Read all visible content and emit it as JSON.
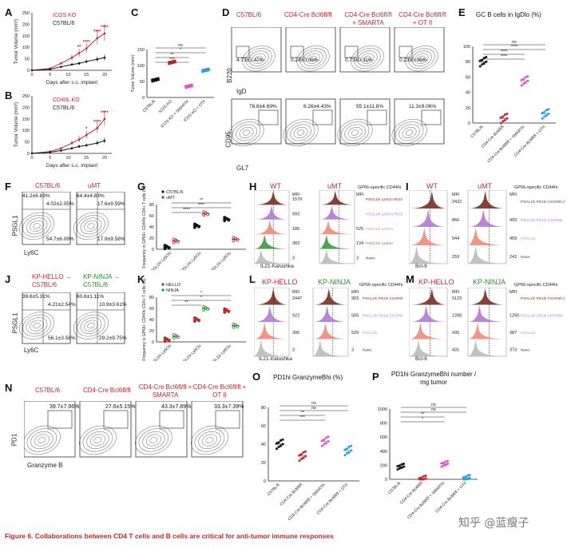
{
  "caption": "Figure 6. Collaborations between CD4 T cells and B cells are critical for anti-tumor immune responses",
  "watermark": "知乎 @蓝瘦子",
  "colors": {
    "red": "#c0272d",
    "green": "#2e8b2e",
    "pink": "#d45ac8",
    "blue": "#2a9fd6",
    "purple": "#9b4fd6",
    "dark": "#111111"
  },
  "panels": {
    "A": {
      "label": "A",
      "legend": [
        "ICOS KO",
        "C57BL/6"
      ],
      "ylabel": "Tumor Volume (mm³)",
      "xlabel": "Days after s.c. implant",
      "yticks": [
        "0",
        "50",
        "100",
        "150",
        "200",
        "250"
      ],
      "xticks": [
        "0",
        "5",
        "10",
        "15",
        "20"
      ],
      "stars": [
        "**",
        "****",
        "****",
        "****"
      ]
    },
    "B": {
      "label": "B",
      "legend": [
        "CD40L KO",
        "C57BL/6"
      ],
      "ylabel": "Tumor Volume (mm³)",
      "xlabel": "Days after s.c. implant",
      "yticks": [
        "0",
        "50",
        "100",
        "150",
        "200",
        "250"
      ],
      "xticks": [
        "0",
        "5",
        "10",
        "15",
        "20"
      ],
      "stars": [
        "*",
        "****",
        "****"
      ]
    },
    "C": {
      "label": "C",
      "ylabel": "Tumor Volume (mm³)",
      "yticks": [
        "0",
        "50",
        "100",
        "150"
      ],
      "groups": [
        "C57BL/6",
        "ICOS KO",
        "ICOS KO + SMARTA",
        "ICOS KO + OTII"
      ],
      "sig": [
        "ns",
        "*",
        "**",
        "***"
      ]
    },
    "D": {
      "label": "D",
      "headers": [
        "C57BL/6",
        "CD4-Cre Bcl6fl/fl",
        "CD4-Cre Bcl6fl/fl + SMARTA",
        "CD4-Cre Bcl6fl/fl + OT II"
      ],
      "top_stats": [
        "4.73±1.47%",
        "0.24±0.06%",
        "0.73±0.31%",
        "0.23±0.06%"
      ],
      "bottom_stats": [
        "78.8±4.69%",
        "6.26±4.43%",
        "55.1±11.8%",
        "11.3±9.06%"
      ],
      "y_top": "B220",
      "x_top": "IgD",
      "y_bottom": "CD95",
      "x_bottom": "GL7"
    },
    "E": {
      "label": "E",
      "title": "GC B cells in IgDlo (%)",
      "yticks": [
        "0",
        "20",
        "40",
        "60",
        "80",
        "100"
      ],
      "groups": [
        "C57BL/6",
        "CD4-Cre Bcl6fl/fl",
        "CD4-Cre Bcl6fl/fl + SMARTA",
        "CD4-Cre Bcl6fl/fl + OTII"
      ],
      "sig": [
        "ns",
        "****",
        "****",
        "****"
      ]
    },
    "F": {
      "label": "F",
      "headers": [
        "C57BL/6",
        "uMT"
      ],
      "stats_left": [
        "41.2±6.83%",
        "4.02±2.05%",
        "54.7±6.09%"
      ],
      "stats_right": [
        "64.4±4.83%",
        "17.6±9.59%",
        "17.9±9.58%"
      ],
      "ylabel": "PSGL1",
      "xlabel": "Ly6C"
    },
    "G": {
      "label": "G",
      "legend": [
        "C57BL/6",
        "uMT"
      ],
      "ylabel": "Frequency in GP66+ CD44hi CD4+ T cells (%)",
      "yticks": [
        "0",
        "20",
        "40",
        "60",
        "80"
      ],
      "groups": [
        "PSGL1hi Ly6Chi",
        "PSGL1hi Ly6Clo",
        "PSGL1lo Ly6Clo"
      ],
      "sig": [
        "**",
        "****",
        "****"
      ]
    },
    "H": {
      "label": "H",
      "headers": [
        "WT",
        "uMT"
      ],
      "gate": "GP66-specific CD44hi",
      "mfi_header": "MFI",
      "mfi_left": [
        "1579",
        "593",
        "186",
        "383",
        "3"
      ],
      "mfi_right": [
        "525",
        "134",
        "3"
      ],
      "rows": [
        "PSGL1hi Ly6Clo PD1hi CXCR5hi (TFH)",
        "PSGL1hi Ly6Chi PD1lo CXCR5lo",
        "PSGL1hi Ly6Chi",
        "PSGL1lo Ly6Clo",
        "Naive"
      ],
      "xlabel": "IL21-Katushka"
    },
    "I": {
      "label": "I",
      "headers": [
        "WT",
        "uMT"
      ],
      "gate": "GP66-specific CD44hi",
      "mfi_header": "MFI",
      "mfi_left": [
        "2422",
        "866",
        "544",
        "259"
      ],
      "mfi_right": [
        "493",
        "459",
        "243"
      ],
      "rows": [
        "PSGL1hi PD1hi CXCR5hi (TFH)",
        "PSGL1hi PD1lo CXCR5lo",
        "PSGL1lo",
        "Naive"
      ],
      "xlabel": "Bcl-6"
    },
    "J": {
      "label": "J",
      "headers": [
        "KP-HELLO → C57BL/6",
        "KP-NINJA → C57BL/6"
      ],
      "stats_left": [
        "39.6±5.31%",
        "4.21±2.54%",
        "56.1±3.58%"
      ],
      "stats_right": [
        "60.6±1.11%",
        "10.9±3.61%",
        "29.2±9.75%"
      ],
      "ylabel": "PSGL1",
      "xlabel": "Ly6C"
    },
    "K": {
      "label": "K",
      "legend": [
        "HELLO",
        "NINJA"
      ],
      "ylabel": "Frequency in GP66+ CD44hi CD4+ T cells (%)",
      "yticks": [
        "0",
        "20",
        "40",
        "60",
        "80"
      ],
      "groups": [
        "PSGL1hi Ly6Chi",
        "PSGL1hi Ly6Clo",
        "PSGL1lo Ly6Clo"
      ],
      "sig": [
        "*",
        "*",
        "**"
      ]
    },
    "L": {
      "label": "L",
      "headers": [
        "KP-HELLO",
        "KP-NINJA"
      ],
      "gate": "GP66-specific CD44hi",
      "mfi_header": "MFI",
      "mfi_left": [
        "2447",
        "922",
        "306",
        "3"
      ],
      "mfi_right": [
        "903",
        "505",
        "529",
        "3"
      ],
      "rows": [
        "PSGL1hi PD1hi CXCR5hi (TFH)",
        "PSGL1hi PD1lo CXCR5lo",
        "PSGL1lo",
        "Naive"
      ],
      "xlabel": "IL21-Katushka"
    },
    "M": {
      "label": "M",
      "headers": [
        "KP-HELLO",
        "KP-NINJA"
      ],
      "gate": "GP66-specific CD44hi",
      "mfi_header": "MFI",
      "mfi_left": [
        "5123",
        "1288",
        "435",
        "431"
      ],
      "mfi_right": [
        "1250",
        "387",
        "373"
      ],
      "rows": [
        "PSGL1hi PD1hi CXCR5hi (TFH)",
        "PSGL1hi PD1lo CXCR5lo",
        "PSGL1lo",
        "Naive"
      ],
      "xlabel": "Bcl-6"
    },
    "N": {
      "label": "N",
      "headers": [
        "C57BL/6",
        "CD4-Cre Bcl6fl/fl",
        "CD4-Cre Bcl6fl/fl + SMARTA",
        "CD4-Cre Bcl6fl/fl + OT II"
      ],
      "stats": [
        "39.7±7.96%",
        "27.6±5.15%",
        "43.3±7.89%",
        "33.3±7.39%"
      ],
      "ylabel": "PD1",
      "xlabel": "Granzyme B"
    },
    "O": {
      "label": "O",
      "title": "PD1hi GranzymeBhi (%)",
      "yticks": [
        "0",
        "20",
        "40",
        "60",
        "80"
      ],
      "groups": [
        "C57BL/6",
        "CD4-Cre Bcl6fl/fl",
        "CD4-Cre Bcl6fl/fl + SMARTA",
        "CD4-Cre Bcl6fl/fl + OTII"
      ],
      "sig": [
        "ns",
        "ns",
        "**",
        "***"
      ]
    },
    "P": {
      "label": "P",
      "title": "PD1hi GranzymeBhi number / mg tumor",
      "yticks": [
        "0",
        "200",
        "400",
        "600",
        "800",
        "1000"
      ],
      "groups": [
        "C57BL/6",
        "CD4-Cre Bcl6fl/fl",
        "CD4-Cre Bcl6fl/fl + SMARTA",
        "CD4-Cre Bcl6fl/fl + OTII"
      ],
      "sig": [
        "ns",
        "ns",
        "**",
        "*"
      ]
    }
  },
  "chart_data": [
    {
      "type": "line",
      "panel": "A",
      "x": [
        0,
        5,
        8,
        11,
        13,
        15,
        18,
        20
      ],
      "series": [
        {
          "name": "ICOS KO",
          "values": [
            0,
            8,
            30,
            55,
            75,
            95,
            140,
            160
          ]
        },
        {
          "name": "C57BL/6",
          "values": [
            0,
            5,
            15,
            25,
            30,
            38,
            48,
            55
          ]
        }
      ],
      "xlabel": "Days after s.c. implant",
      "ylabel": "Tumor Volume (mm³)",
      "ylim": [
        0,
        250
      ]
    },
    {
      "type": "line",
      "panel": "B",
      "x": [
        0,
        5,
        8,
        11,
        13,
        15,
        18,
        20
      ],
      "series": [
        {
          "name": "CD40L KO",
          "values": [
            0,
            8,
            22,
            45,
            60,
            80,
            110,
            150
          ]
        },
        {
          "name": "C57BL/6",
          "values": [
            0,
            5,
            12,
            22,
            30,
            35,
            45,
            55
          ]
        }
      ],
      "xlabel": "Days after s.c. implant",
      "ylabel": "Tumor Volume (mm³)",
      "ylim": [
        0,
        250
      ]
    },
    {
      "type": "scatter",
      "panel": "C",
      "categories": [
        "C57BL/6",
        "ICOS KO",
        "ICOS KO + SMARTA",
        "ICOS KO + OTII"
      ],
      "values": [
        55,
        110,
        35,
        85
      ],
      "ylabel": "Tumor Volume (mm³)",
      "ylim": [
        0,
        150
      ]
    },
    {
      "type": "scatter",
      "panel": "E",
      "categories": [
        "C57BL/6",
        "CD4-Cre Bcl6fl/fl",
        "CD4-Cre Bcl6fl/fl + SMARTA",
        "CD4-Cre Bcl6fl/fl + OTII"
      ],
      "values": [
        80,
        6,
        55,
        12
      ],
      "ylim": [
        0,
        100
      ]
    },
    {
      "type": "scatter",
      "panel": "G",
      "categories": [
        "PSGL1hi Ly6Chi",
        "PSGL1hi Ly6Clo",
        "PSGL1lo Ly6Clo"
      ],
      "series": [
        {
          "name": "C57BL/6",
          "values": [
            4,
            42,
            54
          ]
        },
        {
          "name": "uMT",
          "values": [
            15,
            64,
            18
          ]
        }
      ],
      "ylim": [
        0,
        80
      ]
    },
    {
      "type": "scatter",
      "panel": "K",
      "categories": [
        "PSGL1hi Ly6Chi",
        "PSGL1hi Ly6Clo",
        "PSGL1lo Ly6Clo"
      ],
      "series": [
        {
          "name": "HELLO",
          "values": [
            4,
            40,
            56
          ]
        },
        {
          "name": "NINJA",
          "values": [
            10,
            60,
            29
          ]
        }
      ],
      "ylim": [
        0,
        80
      ]
    },
    {
      "type": "scatter",
      "panel": "O",
      "categories": [
        "C57BL/6",
        "CD4-Cre Bcl6fl/fl",
        "CD4-Cre Bcl6fl/fl + SMARTA",
        "CD4-Cre Bcl6fl/fl + OTII"
      ],
      "values": [
        40,
        27,
        43,
        33
      ],
      "ylim": [
        0,
        80
      ]
    },
    {
      "type": "scatter",
      "panel": "P",
      "categories": [
        "C57BL/6",
        "CD4-Cre Bcl6fl/fl",
        "CD4-Cre Bcl6fl/fl + SMARTA",
        "CD4-Cre Bcl6fl/fl + OTII"
      ],
      "values": [
        180,
        10,
        220,
        20
      ],
      "ylim": [
        0,
        1000
      ]
    }
  ]
}
